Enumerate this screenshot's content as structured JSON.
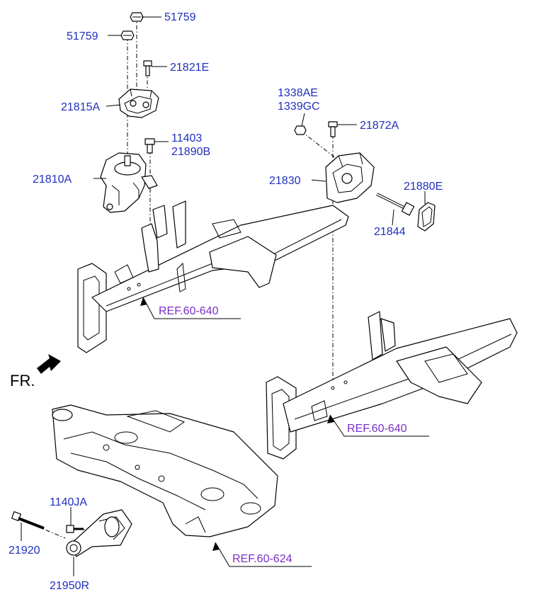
{
  "diagram": {
    "labels": {
      "nut_top": "51759",
      "nut_left": "51759",
      "bolt_21821e": "21821E",
      "bracket_21815a": "21815A",
      "bolt_11403": "11403",
      "bolt_21890b": "21890B",
      "mount_21810a": "21810A",
      "nut_1338ae": "1338AE",
      "nut_1339gc": "1339GC",
      "bolt_21872a": "21872A",
      "mount_21830": "21830",
      "cap_21880e": "21880E",
      "bolt_21844": "21844",
      "bolt_1140ja": "1140JA",
      "bolt_21920": "21920",
      "rod_21950r": "21950R"
    },
    "refs": {
      "ref_left_frame": "REF.60-640",
      "ref_right_frame": "REF.60-640",
      "ref_subframe": "REF.60-624"
    },
    "direction": {
      "front_label": "FR.",
      "icon": "arrow-down-left-icon"
    },
    "colors": {
      "part_number": "#1f2fbf",
      "reference": "#7a2fc4",
      "line": "#000000"
    }
  }
}
